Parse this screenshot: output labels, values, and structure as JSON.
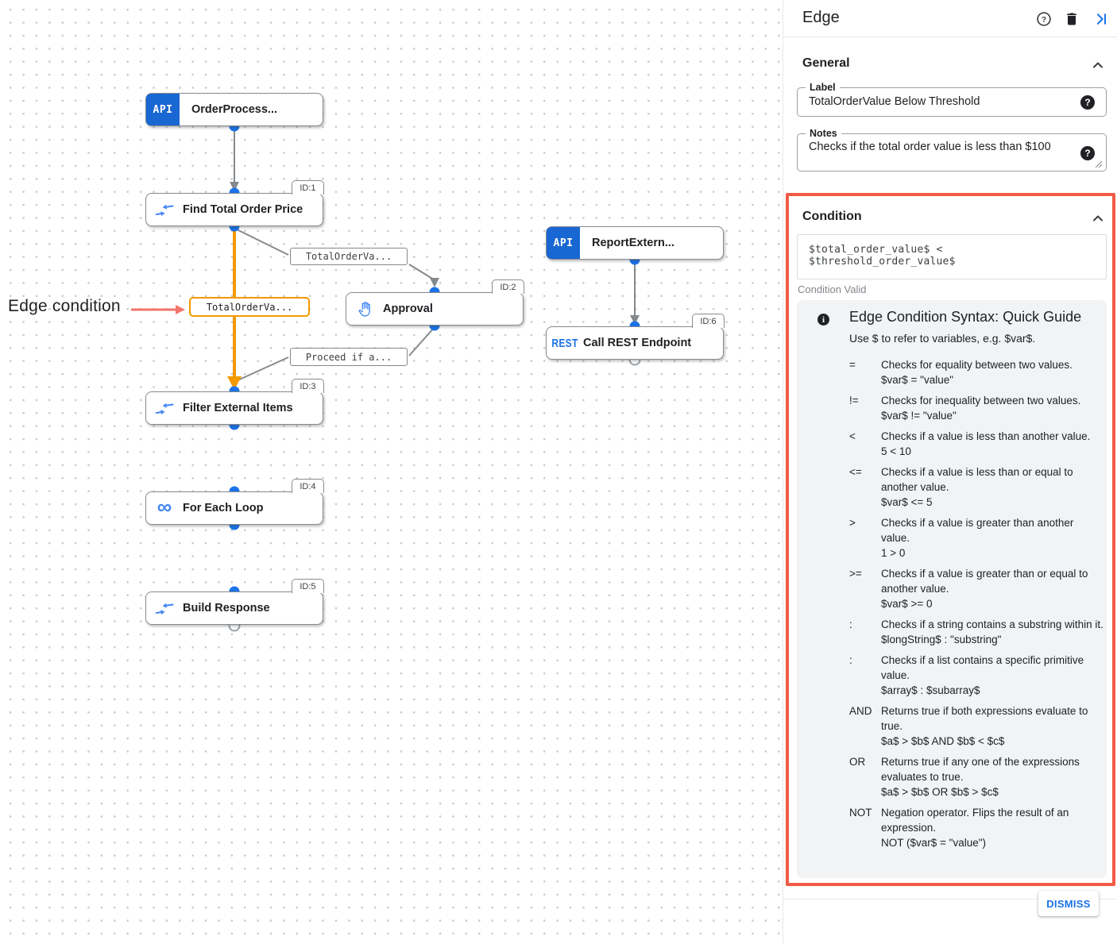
{
  "canvas": {
    "annotation_label": "Edge condition",
    "nodes": [
      {
        "title": "OrderProcess...",
        "icon": "api",
        "id_label": ""
      },
      {
        "title": "Find Total Order Price",
        "icon": "mapping",
        "id_label": "ID:1"
      },
      {
        "title": "Approval",
        "icon": "hand",
        "id_label": "ID:2"
      },
      {
        "title": "ReportExtern...",
        "icon": "api",
        "id_label": ""
      },
      {
        "title": "Call REST Endpoint",
        "icon": "rest",
        "id_label": "ID:6"
      },
      {
        "title": "Filter External Items",
        "icon": "mapping",
        "id_label": "ID:3"
      },
      {
        "title": "For Each Loop",
        "icon": "loop",
        "id_label": "ID:4"
      },
      {
        "title": "Build Response",
        "icon": "mapping",
        "id_label": "ID:5"
      }
    ],
    "edge_labels": [
      {
        "text": "TotalOrderVa...",
        "highlighted": false
      },
      {
        "text": "TotalOrderVa...",
        "highlighted": true
      },
      {
        "text": "Proceed if a...",
        "highlighted": false
      }
    ],
    "icon_labels": {
      "api": "API",
      "rest": "REST",
      "loop": "∞"
    }
  },
  "panel": {
    "title": "Edge",
    "general": {
      "heading": "General",
      "label_field": {
        "label": "Label",
        "value": "TotalOrderValue Below Threshold"
      },
      "notes_field": {
        "label": "Notes",
        "value": "Checks if the total order value is less than $100"
      }
    },
    "condition": {
      "heading": "Condition",
      "expression": "$total_order_value$ < $threshold_order_value$",
      "status": "Condition Valid",
      "guide": {
        "title": "Edge Condition Syntax: Quick Guide",
        "intro": "Use $ to refer to variables, e.g. $var$.",
        "entries": [
          {
            "op": "=",
            "desc": "Checks for equality between two values.",
            "example": "$var$ = \"value\""
          },
          {
            "op": "!=",
            "desc": "Checks for inequality between two values.",
            "example": "$var$ != \"value\""
          },
          {
            "op": "<",
            "desc": "Checks if a value is less than another value.",
            "example": "5 < 10"
          },
          {
            "op": "<=",
            "desc": "Checks if a value is less than or equal to another value.",
            "example": "$var$ <= 5"
          },
          {
            "op": ">",
            "desc": "Checks if a value is greater than another value.",
            "example": "1 > 0"
          },
          {
            "op": ">=",
            "desc": "Checks if a value is greater than or equal to another value.",
            "example": "$var$ >= 0"
          },
          {
            "op": ":",
            "desc": "Checks if a string contains a substring within it.",
            "example": "$longString$ : \"substring\""
          },
          {
            "op": ":",
            "desc": "Checks if a list contains a specific primitive value.",
            "example": "$array$ : $subarray$"
          },
          {
            "op": "AND",
            "desc": "Returns true if both expressions evaluate to true.",
            "example": "$a$ > $b$ AND $b$ < $c$"
          },
          {
            "op": "OR",
            "desc": "Returns true if any one of the expressions evaluates to true.",
            "example": "$a$ > $b$ OR $b$ > $c$"
          },
          {
            "op": "NOT",
            "desc": "Negation operator. Flips the result of an expression.",
            "example": "NOT ($var$ = \"value\")"
          }
        ]
      }
    },
    "dismiss_label": "DISMISS"
  },
  "colors": {
    "accent_blue": "#1a73e8",
    "icon_blue": "#4285f4",
    "api_badge_blue": "#1967d2",
    "edge_highlight_orange": "#f29900",
    "callout_red": "#f25b45",
    "edge_gray": "#85898d",
    "guide_background": "#f1f3f4"
  }
}
